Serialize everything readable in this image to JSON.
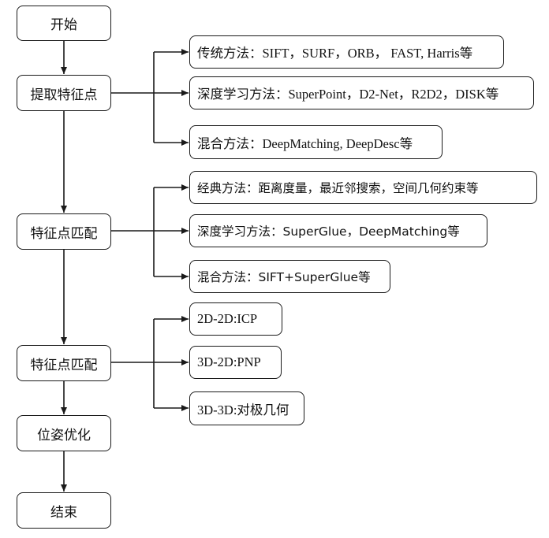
{
  "steps": {
    "start": "开始",
    "extract": "提取特征点",
    "match1": "特征点匹配",
    "match2": "特征点匹配",
    "optimize": "位姿优化",
    "end": "结束"
  },
  "extract_methods": [
    "传统方法：SIFT，SURF，ORB， FAST, Harris等",
    "深度学习方法：SuperPoint，D2-Net，R2D2，DISK等",
    "混合方法：DeepMatching, DeepDesc等"
  ],
  "match_methods": [
    "经典方法：距离度量，最近邻搜索，空间几何约束等",
    "深度学习方法：SuperGlue，DeepMatching等",
    "混合方法：SIFT+SuperGlue等"
  ],
  "pose_methods": [
    "2D-2D:ICP",
    "3D-2D:PNP",
    "3D-3D:对极几何"
  ]
}
